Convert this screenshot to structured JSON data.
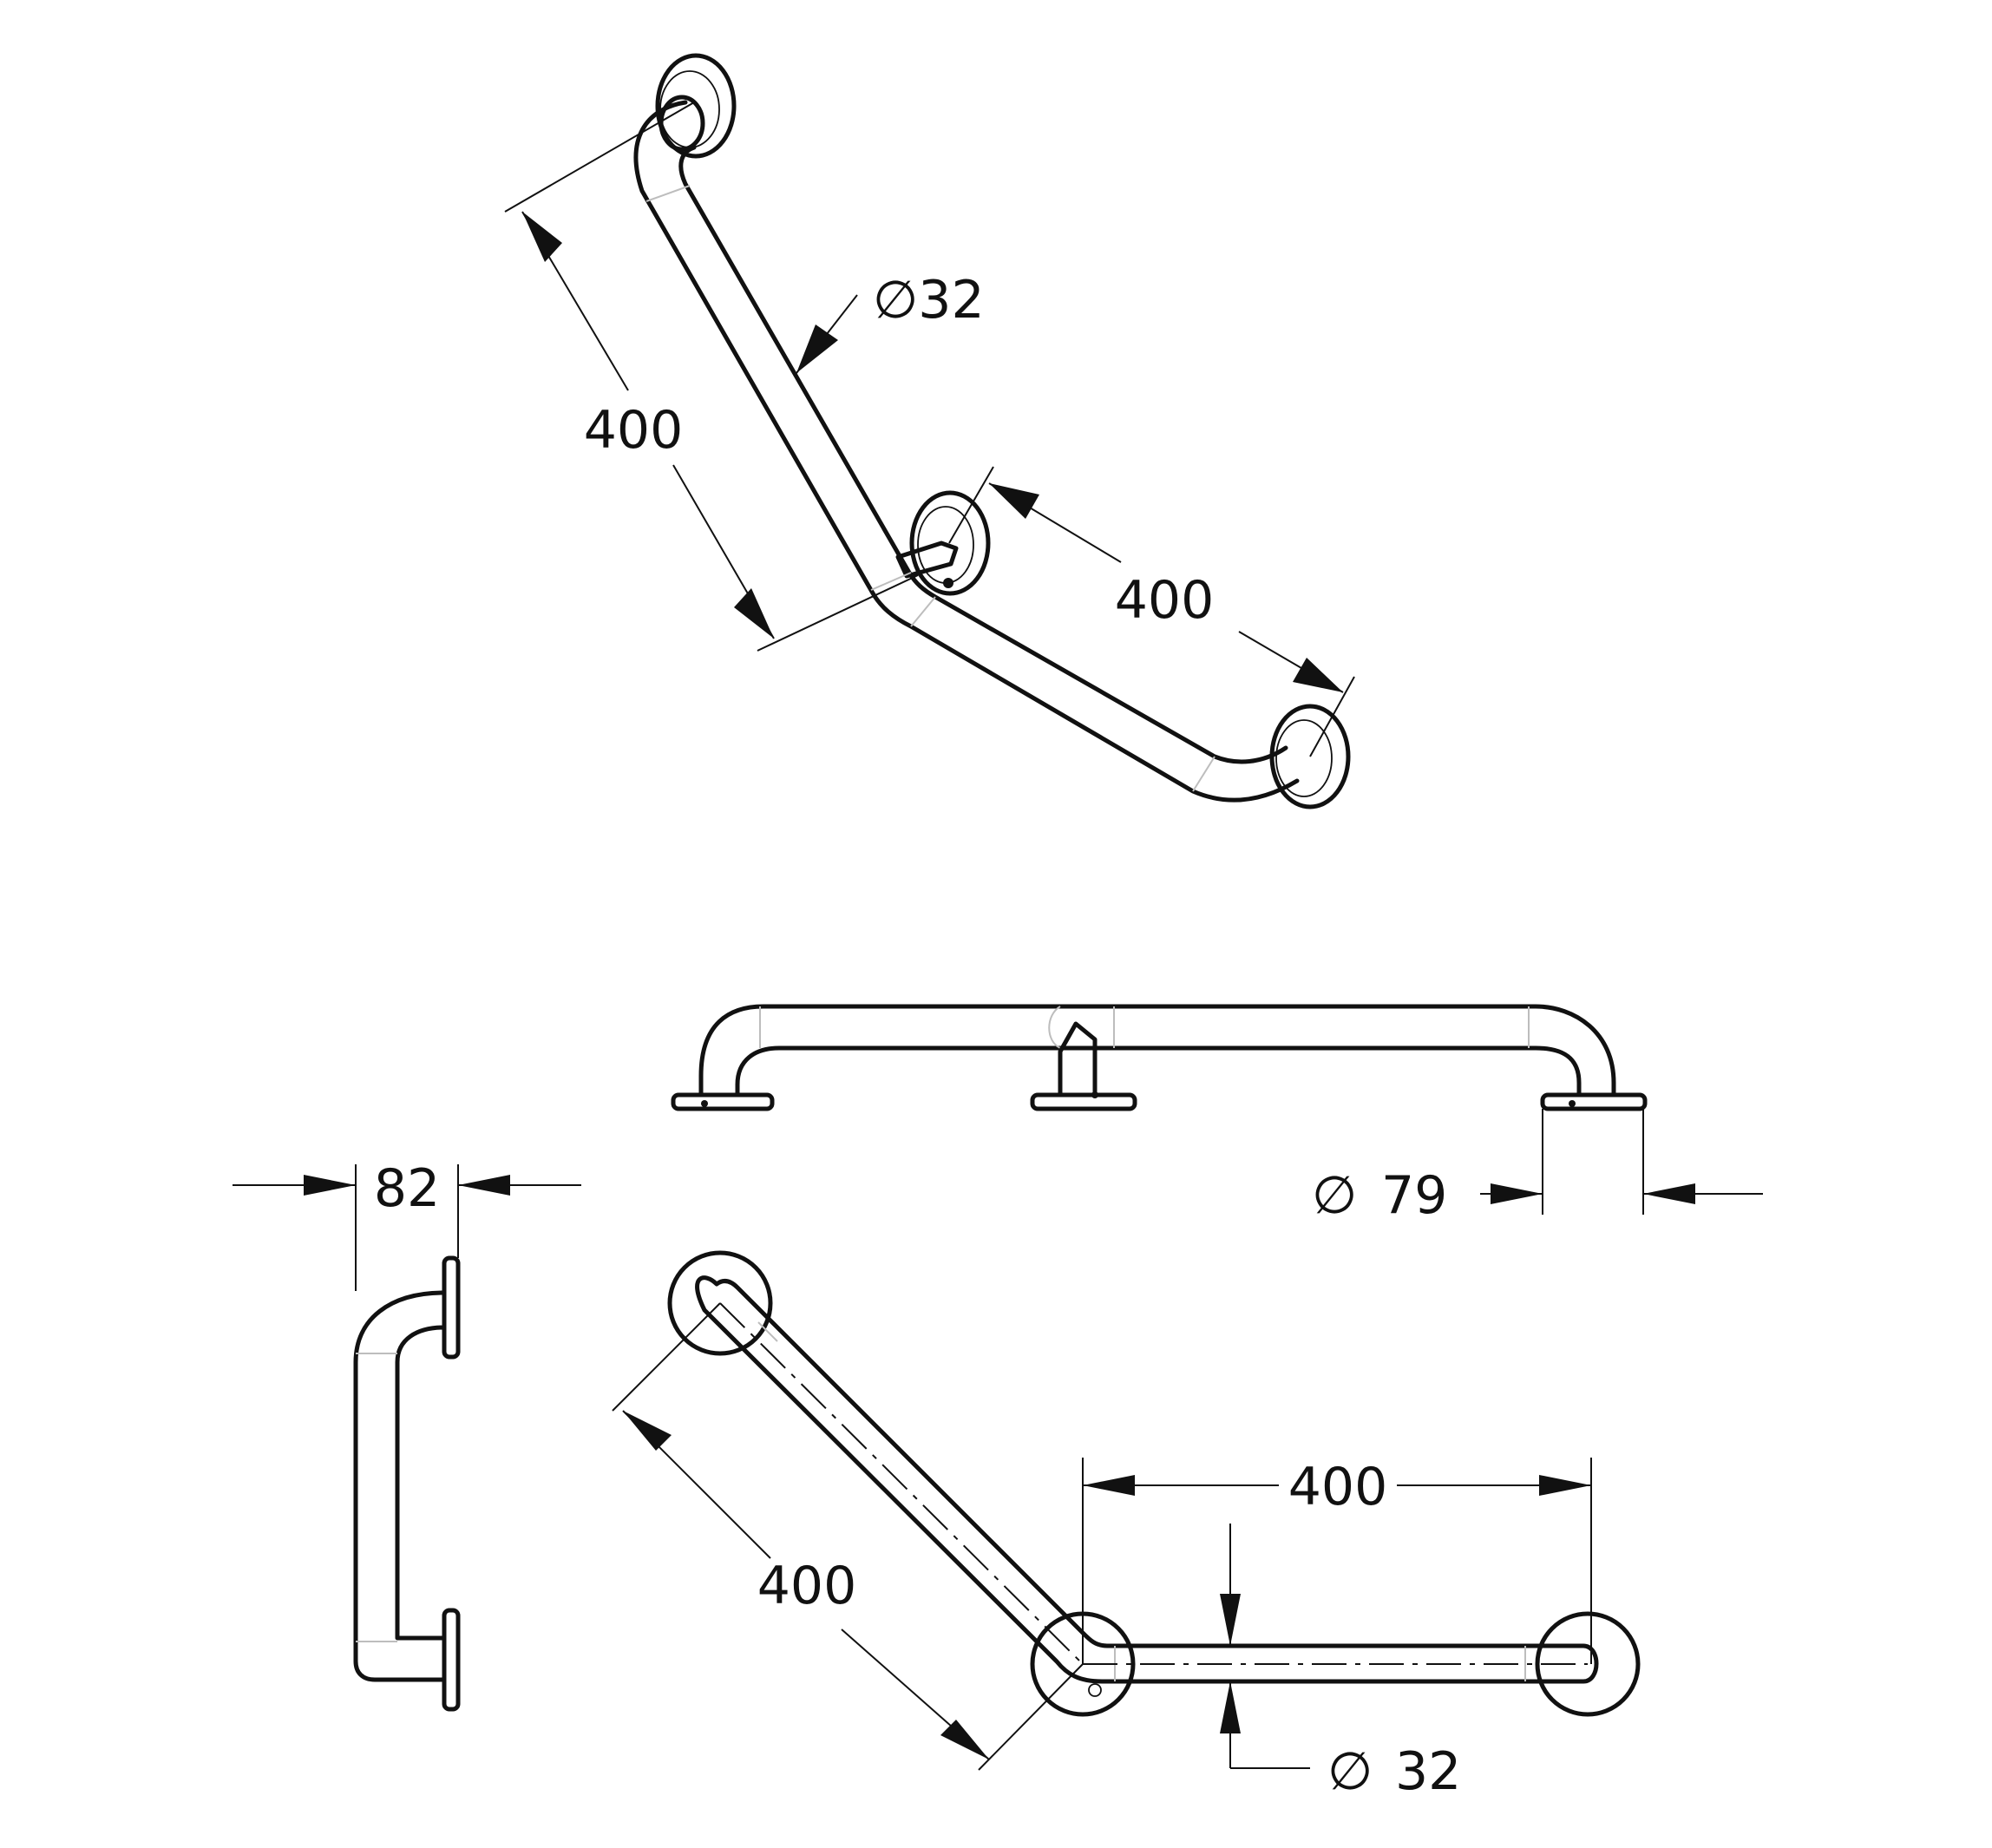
{
  "dimensions": {
    "iso_leg_length_1": "400",
    "iso_leg_length_2": "400",
    "iso_tube_diameter": "∅32",
    "side_projection": "82",
    "flange_diameter_symbol": "∅",
    "flange_diameter_value": "79",
    "plan_leg_length_1": "400",
    "plan_leg_length_2": "400",
    "plan_tube_diameter_symbol": "∅",
    "plan_tube_diameter_value": "32"
  },
  "colors": {
    "line": "#111111",
    "background": "#ffffff"
  }
}
